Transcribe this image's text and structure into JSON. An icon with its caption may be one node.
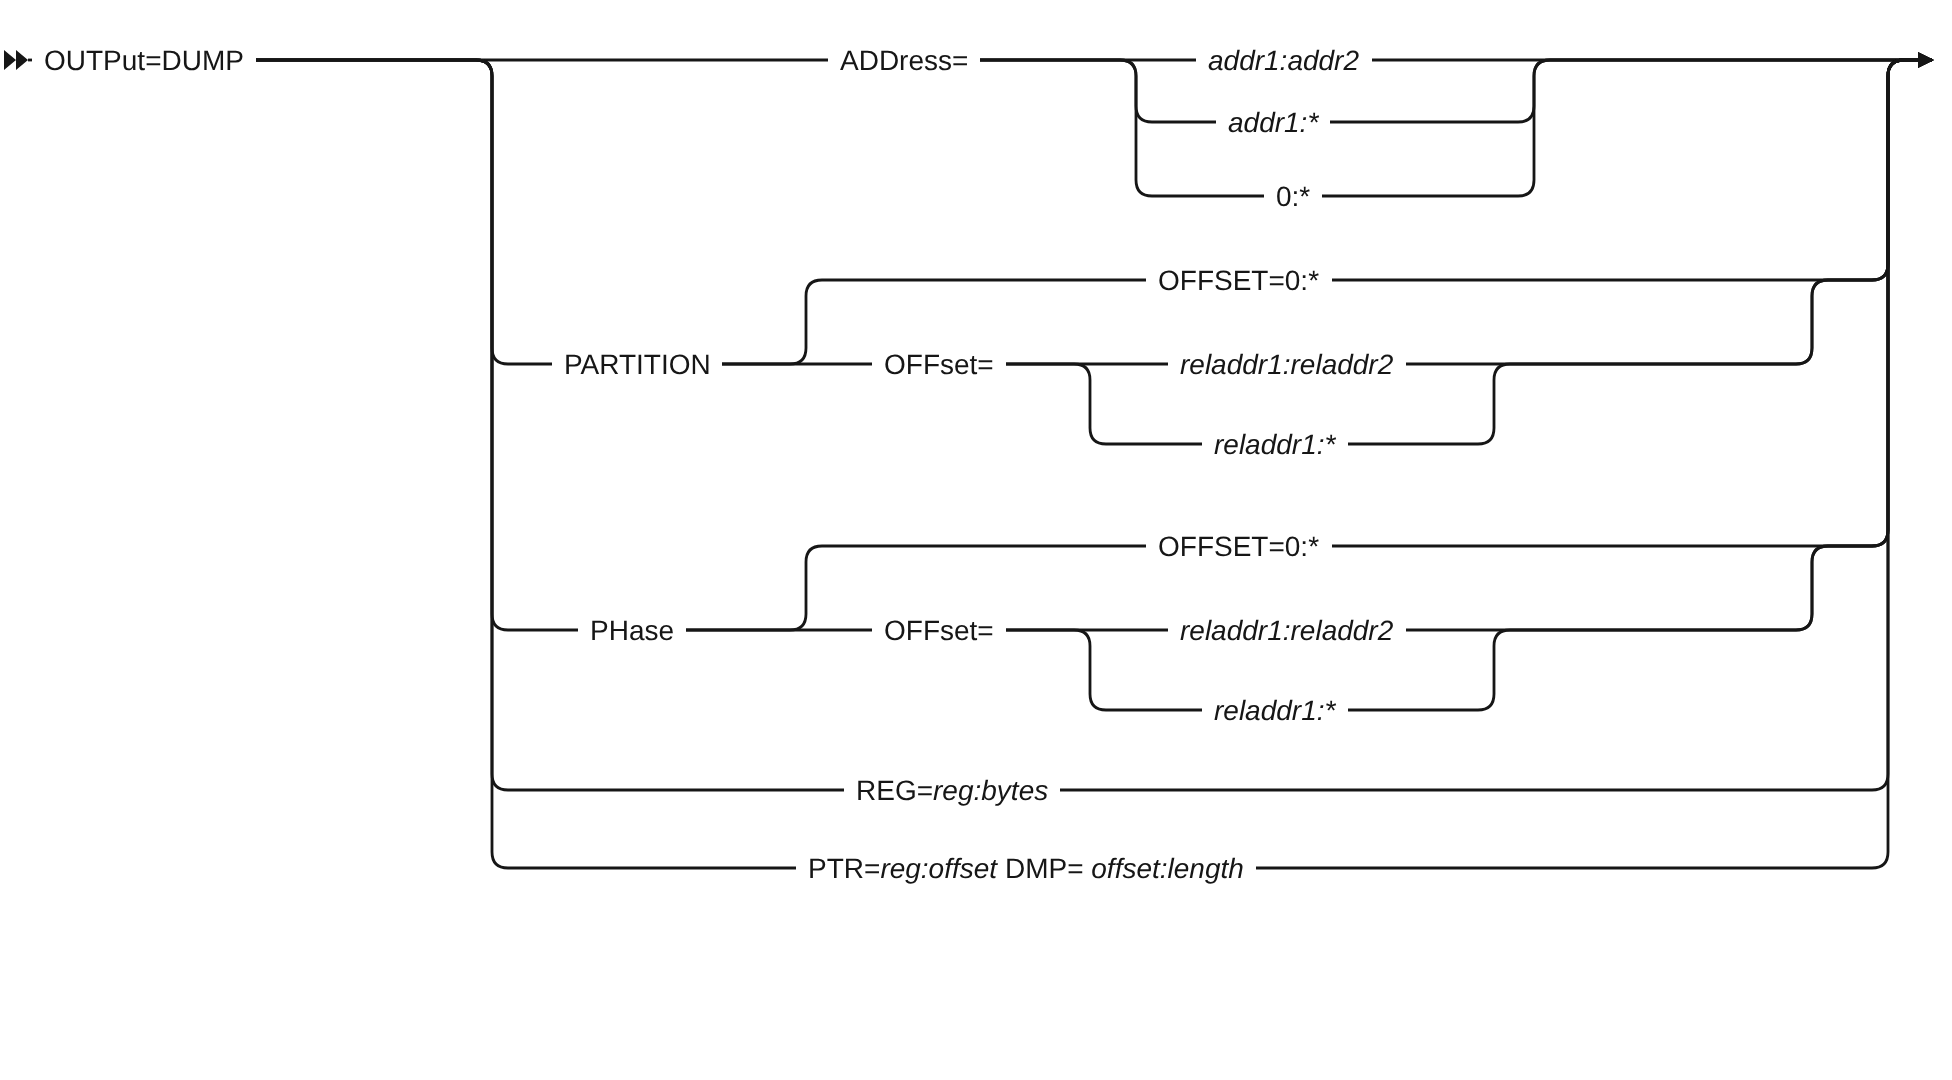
{
  "diagram": {
    "nodes": [
      {
        "text": [
          "OUTPut=DUMP"
        ]
      },
      {
        "text": [
          "ADDress="
        ]
      },
      {
        "text": [
          "addr1:addr2"
        ]
      },
      {
        "text": [
          "addr1:*"
        ]
      },
      {
        "text": [
          "0:*"
        ]
      },
      {
        "text": [
          "PARTITION"
        ]
      },
      {
        "text": [
          "OFFSET=0:*"
        ]
      },
      {
        "text": [
          "OFFset="
        ]
      },
      {
        "text": [
          "reladdr1:reladdr2"
        ]
      },
      {
        "text": [
          "reladdr1:*"
        ]
      },
      {
        "text": [
          "PHase"
        ]
      },
      {
        "text": [
          "OFFSET=0:*"
        ]
      },
      {
        "text": [
          "OFFset="
        ]
      },
      {
        "text": [
          "reladdr1:reladdr2"
        ]
      },
      {
        "text": [
          "reladdr1:*"
        ]
      },
      {
        "text": [
          "REG=*reg:bytes*"
        ]
      },
      {
        "text": [
          "PTR=*reg:offset* DMP= *offset:length*"
        ]
      }
    ],
    "edges": [
      {
        "from": 0,
        "to": 1,
        "arrow": "none"
      },
      {
        "from": 0,
        "to": 5,
        "arrow": "none"
      },
      {
        "from": 0,
        "to": 10,
        "arrow": "none"
      },
      {
        "from": 0,
        "to": 15,
        "arrow": "none"
      },
      {
        "from": 0,
        "to": 16,
        "arrow": "none"
      },
      {
        "from": 1,
        "to": 2,
        "arrow": "none"
      },
      {
        "from": 1,
        "to": 3,
        "arrow": "none"
      },
      {
        "from": 1,
        "to": 4,
        "arrow": "none"
      },
      {
        "from": 5,
        "to": 6,
        "arrow": "none"
      },
      {
        "from": 5,
        "to": 7,
        "arrow": "none"
      },
      {
        "from": 7,
        "to": 8,
        "arrow": "none"
      },
      {
        "from": 7,
        "to": 9,
        "arrow": "none"
      },
      {
        "from": 10,
        "to": 11,
        "arrow": "none"
      },
      {
        "from": 10,
        "to": 12,
        "arrow": "none"
      },
      {
        "from": 12,
        "to": 13,
        "arrow": "none"
      },
      {
        "from": 12,
        "to": 14,
        "arrow": "none"
      },
      {
        "from": 2,
        "to": null,
        "arrow": "to"
      },
      {
        "from": 3,
        "to": null,
        "arrow": "to"
      },
      {
        "from": 4,
        "to": null,
        "arrow": "to"
      },
      {
        "from": 6,
        "to": null,
        "arrow": "to"
      },
      {
        "from": 8,
        "to": null,
        "arrow": "to"
      },
      {
        "from": 9,
        "to": null,
        "arrow": "to"
      },
      {
        "from": 11,
        "to": null,
        "arrow": "to"
      },
      {
        "from": 13,
        "to": null,
        "arrow": "to"
      },
      {
        "from": 14,
        "to": null,
        "arrow": "to"
      },
      {
        "from": 15,
        "to": null,
        "arrow": "to"
      },
      {
        "from": 16,
        "to": null,
        "arrow": "to"
      }
    ]
  }
}
